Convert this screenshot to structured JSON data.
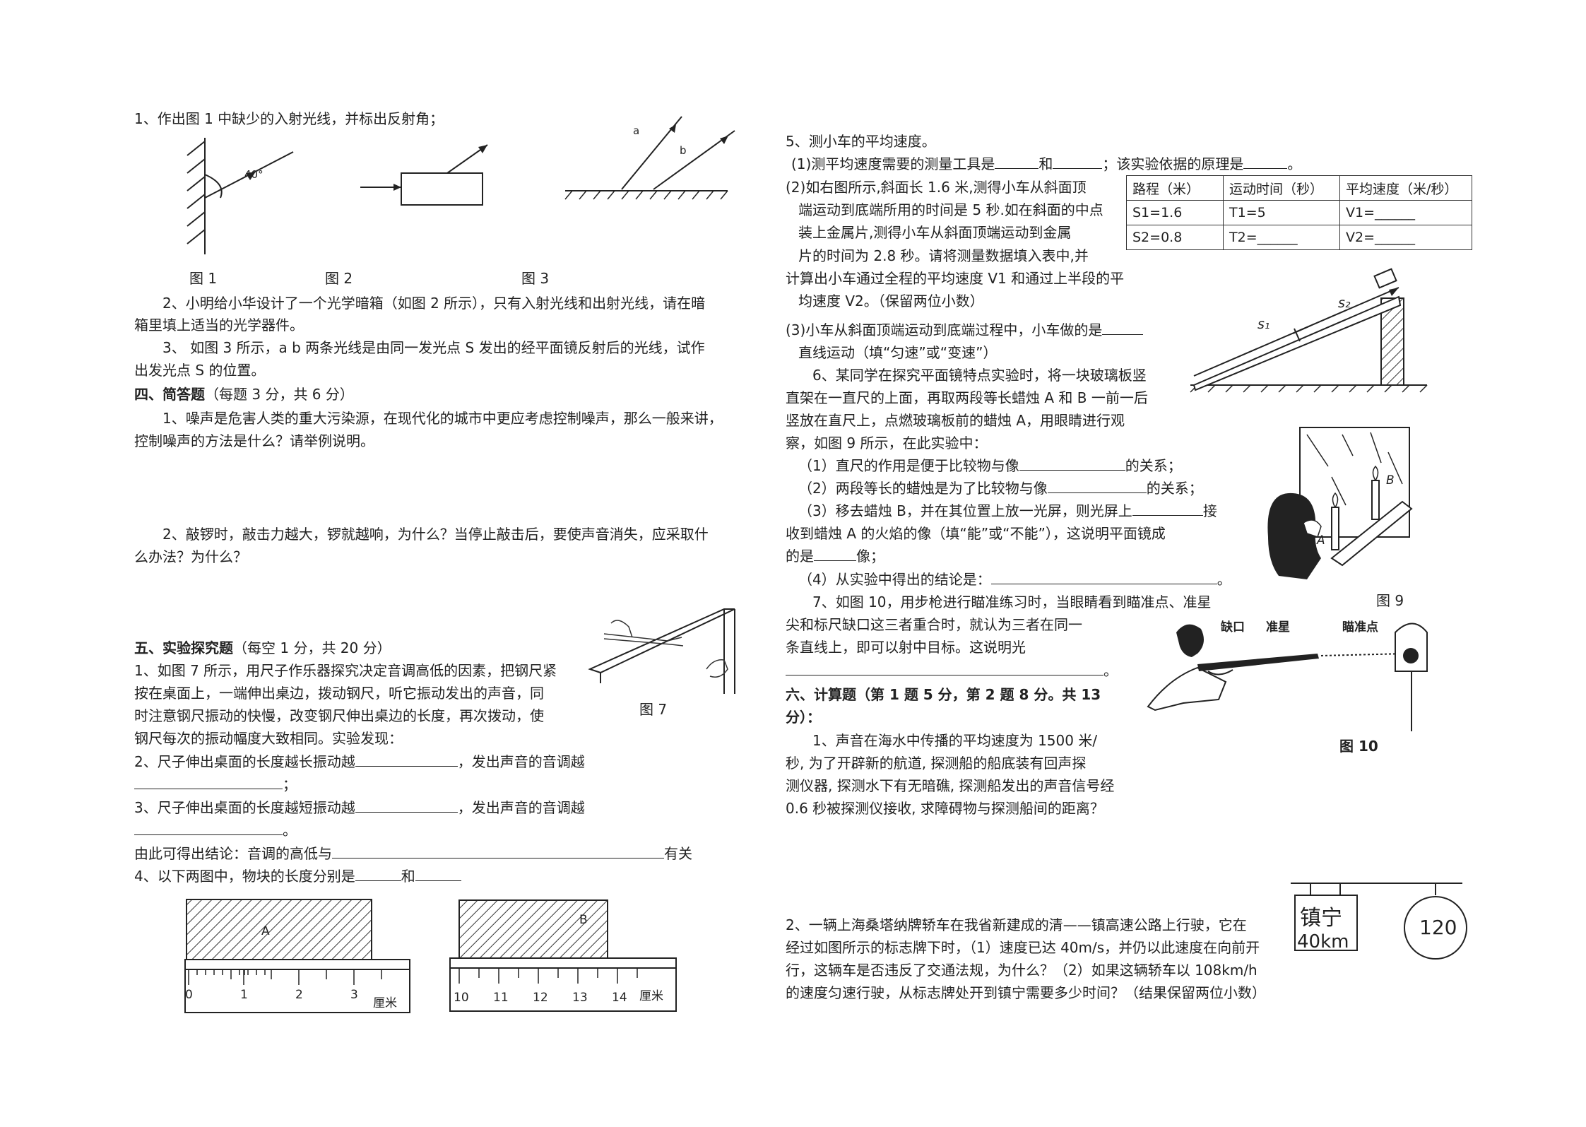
{
  "left": {
    "q1": "1、作出图 1 中缺少的入射光线，并标出反射角；",
    "fig1_angle": "40°",
    "fig3_a": "a",
    "fig3_b": "b",
    "fig_labels": [
      "图 1",
      "图 2",
      "图 3"
    ],
    "q2_l1": "2、小明给小华设计了一个光学暗箱（如图 2 所示），只有入射光线和出射光线，请在暗",
    "q2_l2": "箱里填上适当的光学器件。",
    "q3_l1": "3、 如图 3 所示，a  b 两条光线是由同一发光点 S 发出的经平面镜反射后的光线，试作",
    "q3_l2": "出发光点 S 的位置。",
    "sec4_title": "四、简答题",
    "sec4_score": "（每题 3 分，共 6 分）",
    "s4q1_l1": "1、噪声是危害人类的重大污染源，在现代化的城市中更应考虑控制噪声，那么一般来讲，",
    "s4q1_l2": "控制噪声的方法是什么？请举例说明。",
    "s4q2_l1": "2、敲锣时，敲击力越大，锣就越响，为什么？当停止敲击后，要使声音消失，应采取什",
    "s4q2_l2": "么办法？为什么？",
    "sec5_title": "五、实验探究题",
    "sec5_score": "（每空 1 分，共 20 分）",
    "fig7_label": "图 7",
    "s5q1_l1": "1、如图 7 所示，用尺子作乐器探究决定音调高低的因素，把钢尺紧",
    "s5q1_l2": "按在桌面上，一端伸出桌边，拨动钢尺，听它振动发出的声音，同",
    "s5q1_l3": "时注意钢尺振动的快慢，改变钢尺伸出桌边的长度，再次拨动，使",
    "s5q1_l4": "钢尺每次的振动幅度大致相同。实验发现：",
    "s5q2_l1": "2、尺子伸出桌面的长度越长振动越",
    "s5q2_l1b": "，发出声音的音调越",
    "s5q2_end": "；",
    "s5q3_l1": "3、尺子伸出桌面的长度越短振动越",
    "s5q3_l1b": "，发出声音的音调越",
    "s5q3_end": "。",
    "concl_a": "由此可得出结论：音调的高低与",
    "concl_b": "有关",
    "s5q4_a": "4、以下两图中，物块的长度分别是",
    "s5q4_b": "和",
    "ruler1": {
      "block": "A",
      "ticks": [
        "0",
        "1",
        "2",
        "3"
      ],
      "unit": "厘米"
    },
    "ruler2": {
      "block": "B",
      "ticks": [
        "10",
        "11",
        "12",
        "13",
        "14"
      ],
      "unit": "厘米"
    }
  },
  "right": {
    "q5_title": "5、测小车的平均速度。",
    "q5_1a": "(1)测平均速度需要的测量工具是",
    "q5_1b": "和",
    "q5_1c": "；该实验依据的原理是",
    "q5_1d": "。",
    "q5_2_l1": "(2)如右图所示,斜面长 1.6 米,测得小车从斜面顶",
    "q5_2_l2": "端运动到底端所用的时间是 5 秒.如在斜面的中点",
    "q5_2_l3": "装上金属片,测得小车从斜面顶端运动到金属",
    "q5_2_l4": "片的时间为 2.8 秒。请将测量数据填入表中,并",
    "q5_2_l5": "计算出小车通过全程的平均速度 V1 和通过上半段的平",
    "q5_2_l6": "均速度 V2。（保留两位小数）",
    "table": {
      "headers": [
        "路程（米）",
        "运动时间（秒）",
        "平均速度（米/秒）"
      ],
      "rows": [
        [
          "S1=1.6",
          "T1=5",
          "V1=______"
        ],
        [
          "S2=0.8",
          "T2=______",
          "V2=______"
        ]
      ]
    },
    "slope_s1": "s₁",
    "slope_s2": "s₂",
    "q5_3_l1": "(3)小车从斜面顶端运动到底端过程中，小车做的是",
    "q5_3_l2": "直线运动（填“匀速”或“变速”）",
    "q6_l1": "6、某同学在探究平面镜特点实验时，将一块玻璃板竖",
    "q6_l2": "直架在一直尺的上面，再取两段等长蜡烛 A 和 B 一前一后",
    "q6_l3": "竖放在直尺上，点燃玻璃板前的蜡烛 A，用眼睛进行观",
    "q6_l4": "察，如图 9 所示，在此实验中：",
    "q6_s1a": "（1）直尺的作用是便于比较物与像",
    "q6_s1b": "的关系；",
    "q6_s2a": "（2）两段等长的蜡烛是为了比较物与像",
    "q6_s2b": "的关系；",
    "q6_s3a": "（3）移去蜡烛 B，并在其位置上放一光屏，则光屏上",
    "q6_s3b": "接",
    "q6_s3c": "收到蜡烛 A 的火焰的像（填“能”或“不能”），这说明平面镜成",
    "q6_s3d": "的是",
    "q6_s3e": "像；",
    "q6_s4a": "（4）从实验中得出的结论是：",
    "q6_s4b": "。",
    "fig9_A": "A",
    "fig9_B": "B",
    "fig9_label": "图 9",
    "q7_l1": "7、如图 10，用步枪进行瞄准练习时，当眼睛看到瞄准点、准星",
    "q7_l2": "尖和标尺缺口这三者重合时，就认为三者在同一",
    "q7_l3": "条直线上，即可以射中目标。这说明光",
    "q7_end": "。",
    "fig10_words": [
      "缺口",
      "准星",
      "瞄准点"
    ],
    "fig10_label": "图 10",
    "sec6_l1": "六、计算题（第 1 题 5 分，第 2 题 8 分。共 13",
    "sec6_l2": "分）：",
    "c1_l1": "1、声音在海水中传播的平均速度为 1500 米/",
    "c1_l2": "秒, 为了开辟新的航道, 探测船的船底装有回声探",
    "c1_l3": "测仪器, 探测水下有无暗礁, 探测船发出的声音信号经",
    "c1_l4": "0.6 秒被探测仪接收, 求障碍物与探测船间的距离？",
    "c2_l1": "2、一辆上海桑塔纳牌轿车在我省新建成的清——镇高速公路上行驶，它在",
    "c2_l2": "经过如图所示的标志牌下时，（1）速度已达 40m/s，并仍以此速度在向前开",
    "c2_l3": "行，这辆车是否违反了交通法规，为什么？（2）如果这辆轿车以 108km/h",
    "c2_l4": "的速度匀速行驶，从标志牌处开到镇宁需要多少时间？（结果保留两位小数）",
    "sign_town": "镇宁",
    "sign_dist": "40km",
    "sign_speed": "120"
  }
}
